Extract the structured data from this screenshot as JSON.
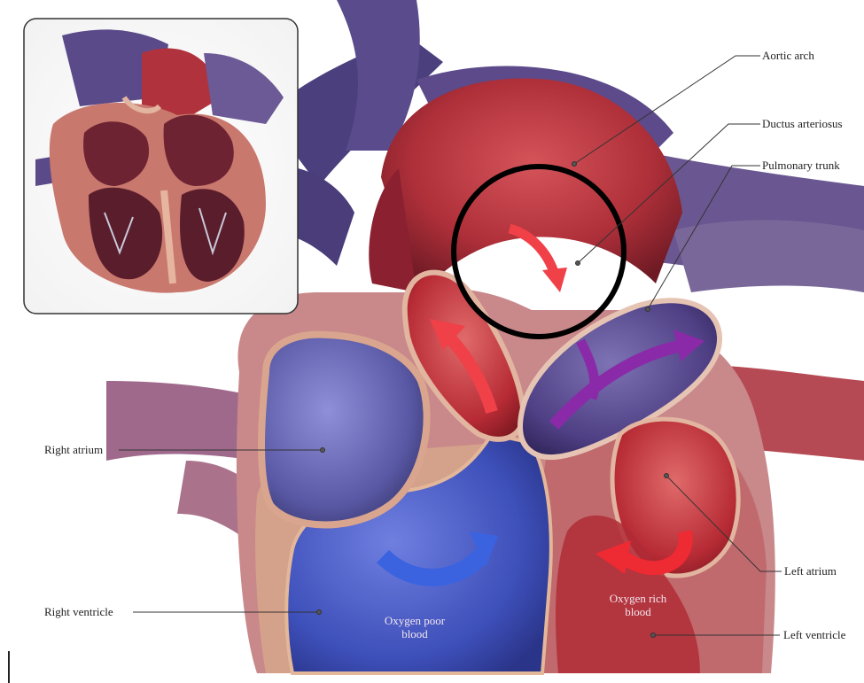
{
  "labels": {
    "aortic_arch": "Aortic arch",
    "ductus_arteriosus": "Ductus arteriosus",
    "pulmonary_trunk": "Pulmonary trunk",
    "right_atrium": "Right atrium",
    "right_ventricle": "Right ventricle",
    "left_atrium": "Left atrium",
    "left_ventricle": "Left ventricle"
  },
  "flow_labels": {
    "oxygen_poor_line1": "Oxygen poor",
    "oxygen_poor_line2": "blood",
    "oxygen_rich_line1": "Oxygen rich",
    "oxygen_rich_line2": "blood"
  },
  "colors": {
    "oxygen_rich": "#e8333a",
    "oxygen_poor": "#3b63e0",
    "mixed": "#8a2aa8",
    "highlight_circle": "#000000"
  }
}
